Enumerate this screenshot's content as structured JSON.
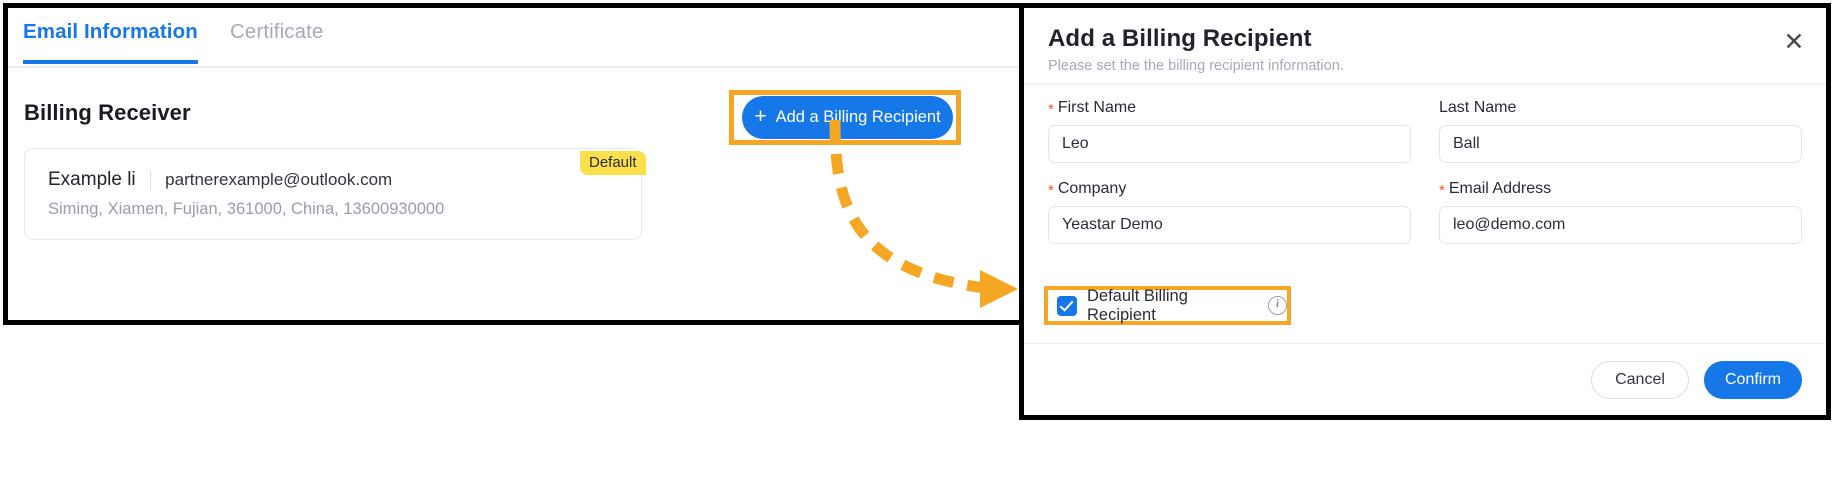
{
  "colors": {
    "accent_blue": "#1677e8",
    "highlight_orange": "#f5a623",
    "badge_yellow": "#fbe04b",
    "required_red": "#f5542b",
    "muted_text": "#9a9cab"
  },
  "left_panel": {
    "tabs": [
      {
        "label": "Email Information",
        "active": true
      },
      {
        "label": "Certificate",
        "active": false
      }
    ],
    "section_title": "Billing Receiver",
    "add_button": {
      "label": "Add a Billing Recipient",
      "icon": "plus-icon",
      "plus_glyph": "+"
    },
    "receiver_card": {
      "badge": "Default",
      "name": "Example li",
      "email": "partnerexample@outlook.com",
      "address": "Siming, Xiamen, Fujian, 361000, China, 13600930000"
    }
  },
  "dialog": {
    "title": "Add a Billing Recipient",
    "subtitle": "Please set the the billing recipient information.",
    "close_glyph": "✕",
    "fields": [
      {
        "name": "first-name",
        "label": "First Name",
        "required": true,
        "value": "Leo",
        "placeholder": "First Name"
      },
      {
        "name": "last-name",
        "label": "Last Name",
        "required": false,
        "value": "Ball",
        "placeholder": "Last Name"
      },
      {
        "name": "company",
        "label": "Company",
        "required": true,
        "value": "Yeastar Demo",
        "placeholder": "Company"
      },
      {
        "name": "email-address",
        "label": "Email Address",
        "required": true,
        "value": "leo@demo.com",
        "placeholder": "Email Address"
      }
    ],
    "checkbox": {
      "label": "Default Billing Recipient",
      "checked": true,
      "info_glyph": "i"
    },
    "footer": {
      "cancel_label": "Cancel",
      "confirm_label": "Confirm"
    }
  }
}
